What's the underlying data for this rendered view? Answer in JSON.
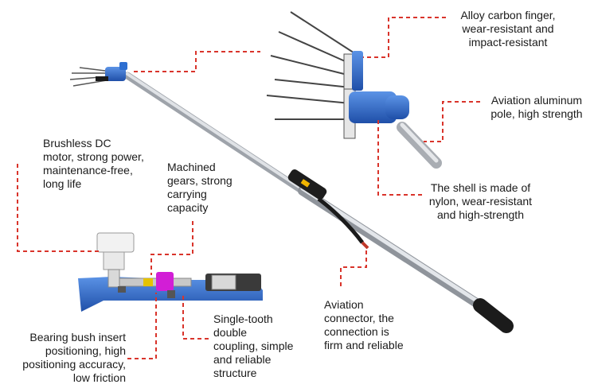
{
  "callouts": {
    "carbon_finger": [
      "Alloy carbon finger,",
      "wear-resistant and",
      "impact-resistant"
    ],
    "aluminum_pole": [
      "Aviation aluminum",
      "pole, high strength"
    ],
    "shell": [
      "The shell is made of",
      "nylon, wear-resistant",
      "and high-strength"
    ],
    "brushless_motor": [
      "Brushless DC",
      "motor, strong power,",
      "maintenance-free,",
      "long life"
    ],
    "machined_gears": [
      "Machined",
      "gears, strong",
      "carrying",
      "capacity"
    ],
    "aviation_connector": [
      "Aviation",
      "connector, the",
      "connection is",
      "firm and reliable"
    ],
    "bearing_bush": [
      "Bearing bush insert",
      "positioning, high",
      "positioning accuracy,",
      "low friction"
    ],
    "single_tooth": [
      "Single-tooth",
      "double",
      "coupling, simple",
      "and reliable",
      "structure"
    ]
  },
  "colors": {
    "leader_line": "#d9342b",
    "head_blue": "#2e6fd1",
    "pole_silver": "#c9ccd1",
    "grip_black": "#1b1b1b",
    "gear_magenta": "#d21ed6"
  }
}
